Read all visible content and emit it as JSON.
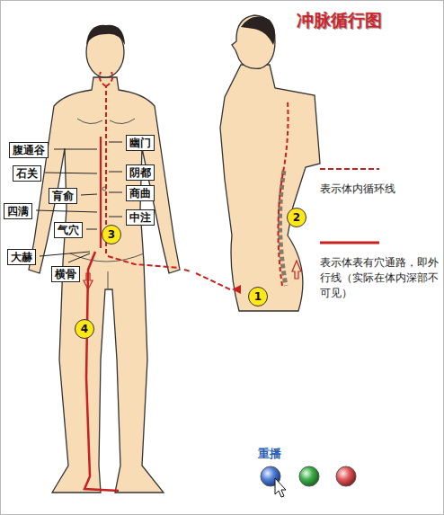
{
  "diagram": {
    "title": "冲脉循行图",
    "nodes": [
      {
        "text": [
          "幽门"
        ]
      },
      {
        "text": [
          "腹通谷"
        ]
      },
      {
        "text": [
          "阴都"
        ]
      },
      {
        "text": [
          "石关"
        ]
      },
      {
        "text": [
          "商曲"
        ]
      },
      {
        "text": [
          "肓俞"
        ]
      },
      {
        "text": [
          "四满"
        ]
      },
      {
        "text": [
          "中注"
        ]
      },
      {
        "text": [
          "2"
        ]
      },
      {
        "text": [
          "气穴"
        ]
      },
      {
        "text": [
          "3"
        ]
      },
      {
        "text": [
          "大赫"
        ]
      },
      {
        "text": [
          "横骨"
        ]
      },
      {
        "text": [
          "1"
        ]
      },
      {
        "text": [
          "4"
        ]
      }
    ],
    "labels": [
      "重播"
    ],
    "legend": [
      {
        "text": "表示体内循环线"
      },
      {
        "text": "表示体表有穴通路，即外行线（实际在体内深部不可见）"
      }
    ]
  }
}
